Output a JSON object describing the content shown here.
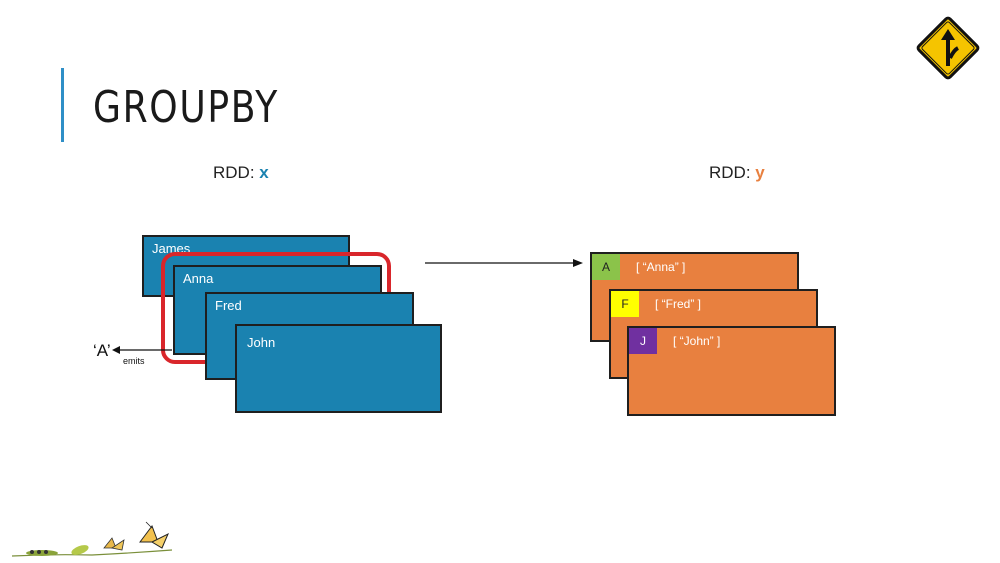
{
  "slide": {
    "title": "GROUPBY",
    "left_rdd": {
      "label": "RDD:",
      "var": "x",
      "var_color": "#1a82b0"
    },
    "right_rdd": {
      "label": "RDD:",
      "var": "y",
      "var_color": "#e8803f"
    }
  },
  "source_records": [
    "James",
    "Anna",
    "Fred",
    "John"
  ],
  "emit": {
    "key": "‘A’",
    "caption": "emits"
  },
  "groups": [
    {
      "key": "A",
      "values": "[ “Anna” ]",
      "key_color": "#8bc34a",
      "key_text_color": "#222222"
    },
    {
      "key": "F",
      "values": "[ “Fred” ]",
      "key_color": "#ffff00",
      "key_text_color": "#222222"
    },
    {
      "key": "J",
      "values": "[ “John” ]",
      "key_color": "#7030a0",
      "key_text_color": "#ffffff"
    }
  ],
  "colors": {
    "blue": "#1a82b0",
    "orange": "#e8803f",
    "highlight": "#d9262b",
    "accent": "#2f8fc7"
  },
  "icons": [
    "merge-road-sign-icon",
    "butterfly-lifecycle-icon"
  ]
}
